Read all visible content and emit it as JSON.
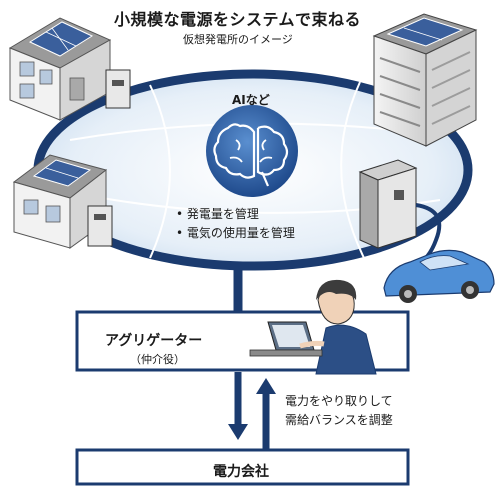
{
  "title": "小規模な電源をシステムで束ねる",
  "subtitle": "仮想発電所のイメージ",
  "ai": {
    "label": "AIなど",
    "bullets": [
      "発電量を管理",
      "電気の使用量を管理"
    ]
  },
  "aggregator": {
    "label": "アグリゲーター",
    "role": "（仲介役）"
  },
  "flow_note": [
    "電力をやり取りして",
    "需給バランスを調整"
  ],
  "utility": {
    "label": "電力会社"
  },
  "colors": {
    "network_navy": "#1b3b6f",
    "ellipse_fill": "#dce8f4",
    "brain_blue": "#2a5da8",
    "car_blue": "#4f8fd6",
    "solar_panel": "#3a5f9c"
  }
}
